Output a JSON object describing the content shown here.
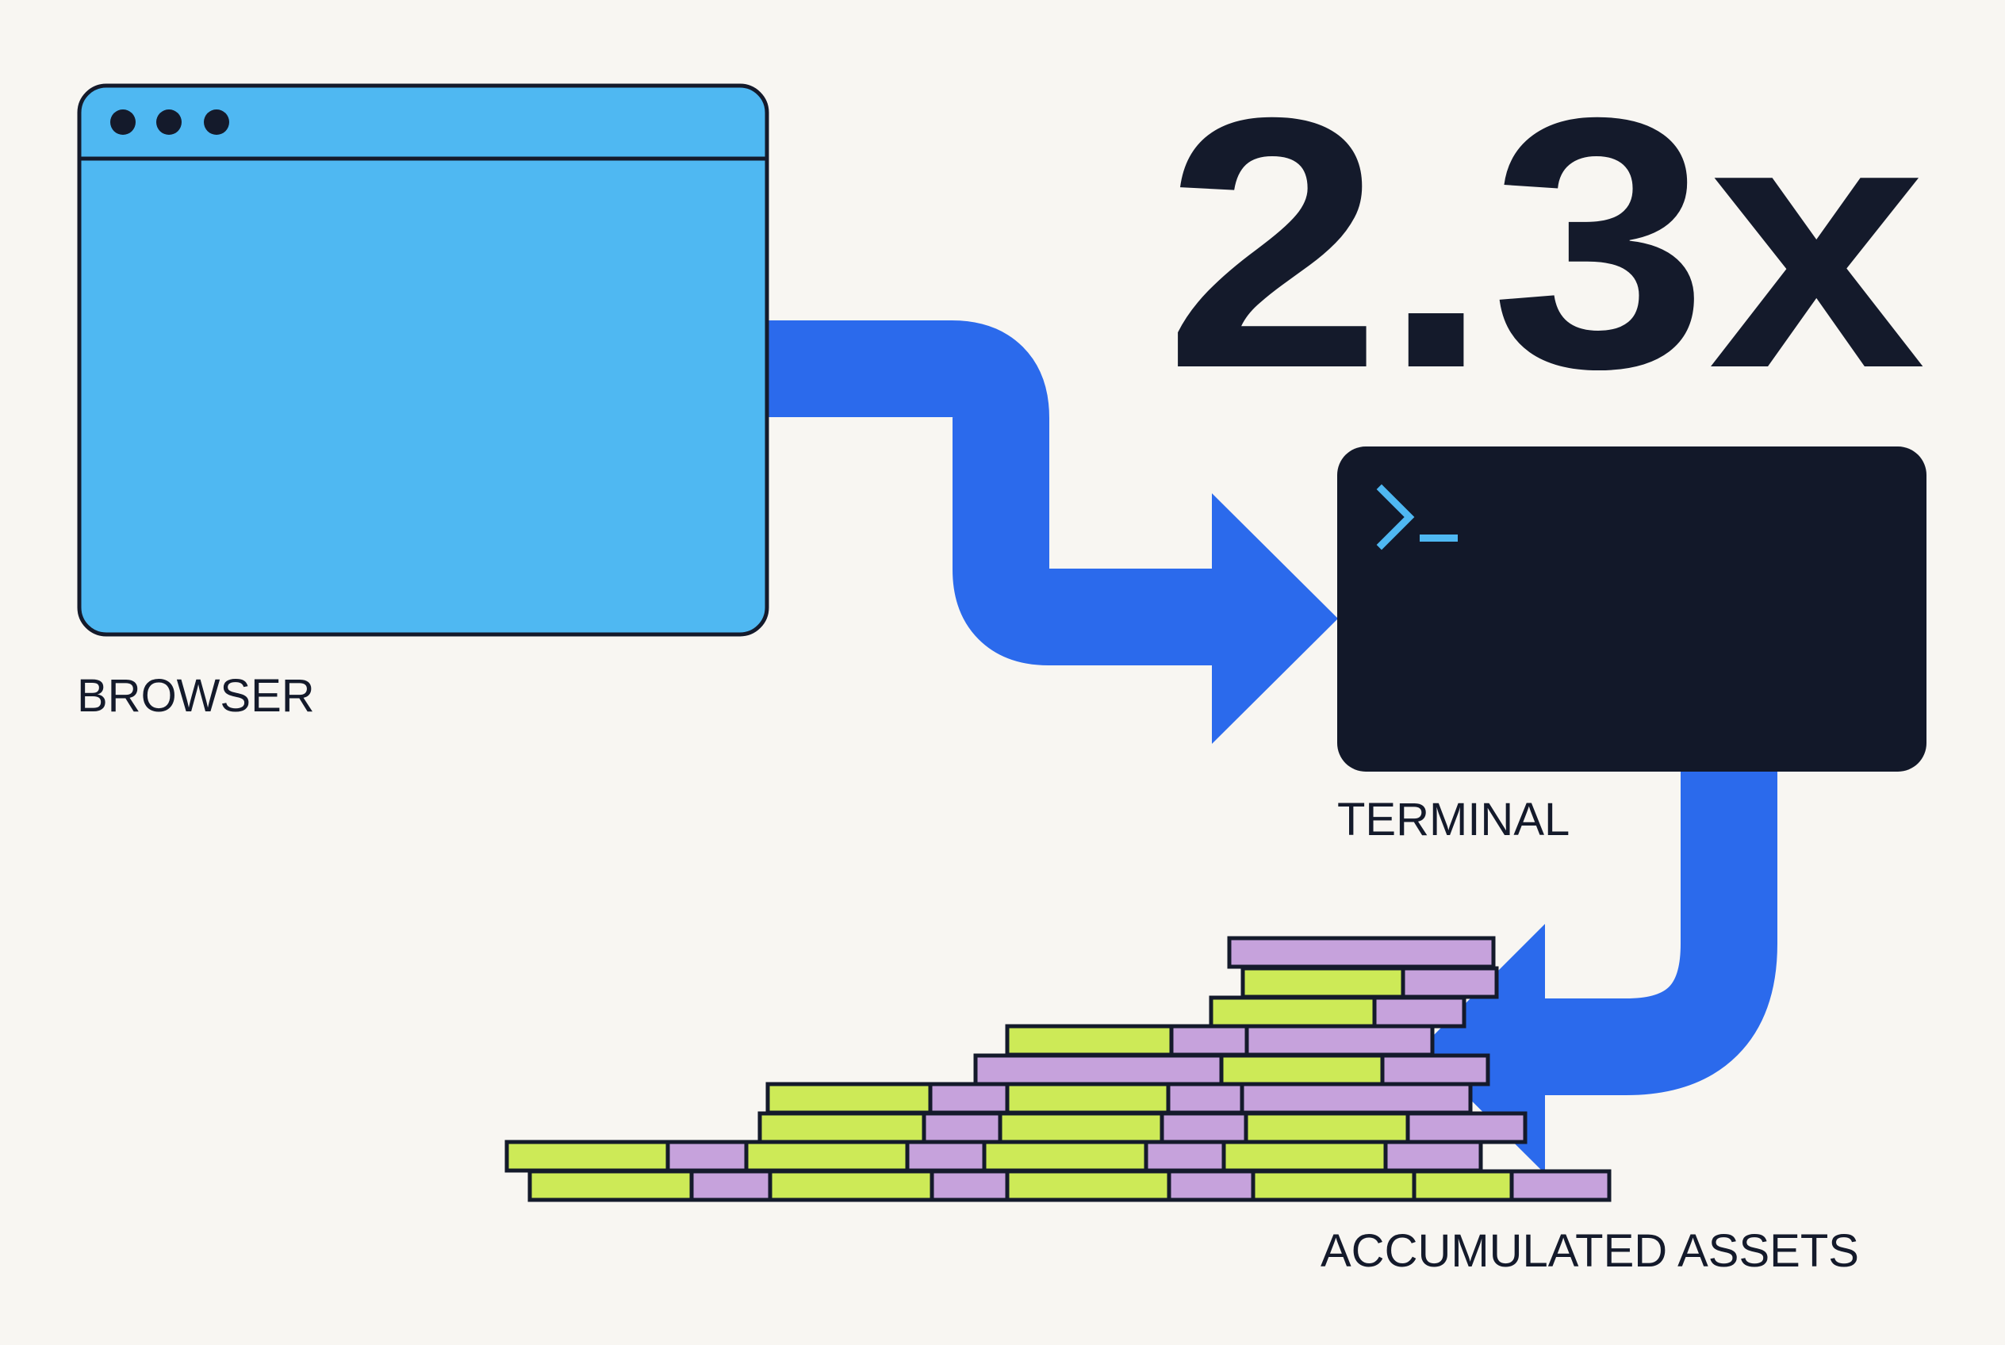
{
  "headline": {
    "multiplier": "2.3x"
  },
  "browser": {
    "label": "BROWSER"
  },
  "terminal": {
    "label": "TERMINAL",
    "prompt_chevron": ">",
    "prompt_cursor": "_"
  },
  "assets": {
    "label": "ACCUMULATED ASSETS",
    "brick_colors": [
      "#cdea57",
      "#c6a2dc"
    ]
  },
  "icons": {
    "browser_dots": "window-dots-icon",
    "terminal_prompt": "terminal-prompt-icon",
    "flow_arrows": "flow-arrow-icon"
  },
  "colors": {
    "background": "#f8f6f2",
    "ink": "#141a2b",
    "browser_fill": "#4fb8f2",
    "flow_arrow": "#2b6aec",
    "terminal_bg": "#121829",
    "prompt_accent": "#4fb8f2",
    "brick_green": "#cdea57",
    "brick_purple": "#c6a2dc"
  }
}
